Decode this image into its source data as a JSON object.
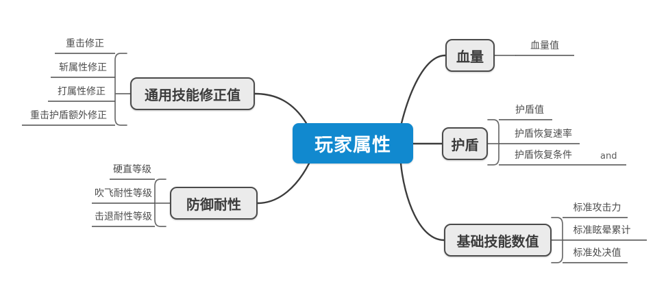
{
  "diagram": {
    "type": "mind-map",
    "background_color": "#ffffff",
    "root": {
      "label": "玩家属性",
      "fill_color": "#1189cf",
      "text_color": "#ffffff"
    },
    "branch_style": {
      "fill_color": "#ebebeb",
      "border_color": "#4a4a4a",
      "text_color": "#3b3b3b"
    },
    "edge_color": "#3c3c3c",
    "leaf_color": "#4c4c4c",
    "branches": [
      {
        "label": "通用技能修正值",
        "side": "left",
        "leaves": [
          "重击修正",
          "斩属性修正",
          "打属性修正",
          "重击护盾额外修正"
        ]
      },
      {
        "label": "防御耐性",
        "side": "left",
        "leaves": [
          "硬直等级",
          "吹飞耐性等级",
          "击退耐性等级"
        ]
      },
      {
        "label": "血量",
        "side": "right",
        "leaves": [
          "血量值"
        ]
      },
      {
        "label": "护盾",
        "side": "right",
        "leaves": [
          "护盾值",
          "护盾恢复速率",
          "护盾恢复条件"
        ]
      },
      {
        "label": "基础技能数值",
        "side": "right",
        "leaves": [
          "标准攻击力",
          "标准眩晕累计",
          "标准处决值"
        ]
      }
    ],
    "annotations": [
      {
        "text": "and"
      }
    ]
  }
}
